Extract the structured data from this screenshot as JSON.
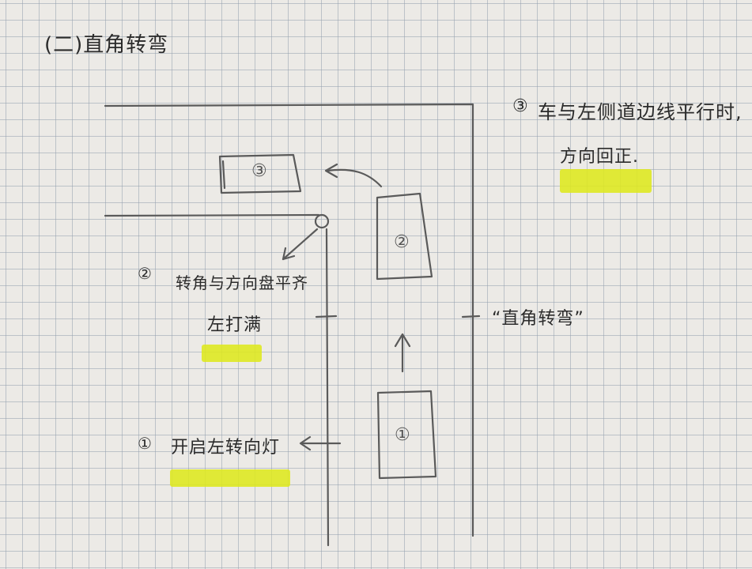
{
  "title": "(二)直角转弯",
  "header_label": "“直角转弯”",
  "steps": [
    {
      "num": "①",
      "text": "开启左转向灯"
    },
    {
      "num": "②",
      "line1": "转角与方向盘平齐",
      "line2": "左打满"
    },
    {
      "num": "③",
      "line1": "车与左侧道边线平行时,",
      "line2": "方向回正."
    }
  ],
  "cars": [
    {
      "label": "①"
    },
    {
      "label": "②"
    },
    {
      "label": "③"
    }
  ],
  "colors": {
    "pencil": "#5a5a5a",
    "ink": "#2b2b2b",
    "highlight": "#dee81e"
  }
}
